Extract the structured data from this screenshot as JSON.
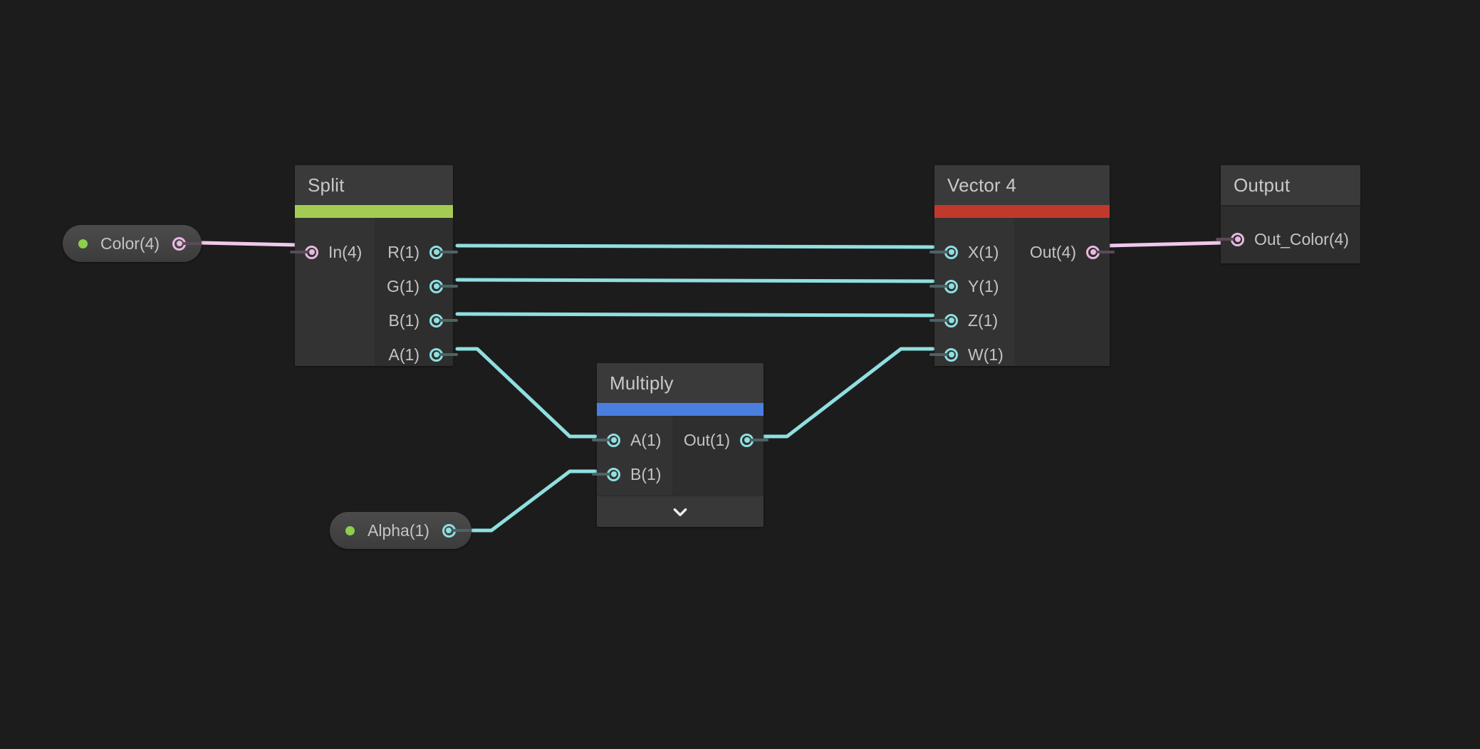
{
  "editor": {
    "name": "shader-node-graph-editor",
    "background_color": "#1c1c1c"
  },
  "colors": {
    "node_body": "#2e2e2e",
    "node_header": "#3a3a3a",
    "input_column": "#333333",
    "port_cyan": "#8fdfe0",
    "port_pink": "#e8b8e0",
    "wire_cyan": "#8fdfe0",
    "wire_pink": "#f0c8ec",
    "accent_split_green": "#a5cc52",
    "accent_multiply_blue": "#4a7fe0",
    "accent_vector4_red": "#c0392b",
    "property_dot_green": "#8ccf4e",
    "text_primary": "#c9c9c9",
    "text_port": "#c4c4c4"
  },
  "nodes": {
    "color_property": {
      "label": "Color(4)",
      "type": "property-pill",
      "dot_color": "#8ccf4e",
      "output_port": {
        "name": "Color(4)",
        "color": "pink"
      }
    },
    "alpha_property": {
      "label": "Alpha(1)",
      "type": "property-pill",
      "dot_color": "#8ccf4e",
      "output_port": {
        "name": "Alpha(1)",
        "color": "cyan"
      }
    },
    "split": {
      "title": "Split",
      "accent_color": "#a5cc52",
      "inputs": [
        {
          "label": "In(4)",
          "port_color": "pink"
        }
      ],
      "outputs": [
        {
          "label": "R(1)",
          "port_color": "cyan"
        },
        {
          "label": "G(1)",
          "port_color": "cyan"
        },
        {
          "label": "B(1)",
          "port_color": "cyan"
        },
        {
          "label": "A(1)",
          "port_color": "cyan"
        }
      ]
    },
    "multiply": {
      "title": "Multiply",
      "accent_color": "#4a7fe0",
      "inputs": [
        {
          "label": "A(1)",
          "port_color": "cyan"
        },
        {
          "label": "B(1)",
          "port_color": "cyan"
        }
      ],
      "outputs": [
        {
          "label": "Out(1)",
          "port_color": "cyan"
        }
      ],
      "expander_icon": "chevron-down-icon",
      "expanded": false
    },
    "vector4": {
      "title": "Vector 4",
      "accent_color": "#c0392b",
      "inputs": [
        {
          "label": "X(1)",
          "port_color": "cyan"
        },
        {
          "label": "Y(1)",
          "port_color": "cyan"
        },
        {
          "label": "Z(1)",
          "port_color": "cyan"
        },
        {
          "label": "W(1)",
          "port_color": "cyan"
        }
      ],
      "outputs": [
        {
          "label": "Out(4)",
          "port_color": "pink"
        }
      ]
    },
    "output": {
      "title": "Output",
      "accent_color": "none",
      "inputs": [
        {
          "label": "Out_Color(4)",
          "port_color": "pink"
        }
      ],
      "outputs": []
    }
  },
  "connections": [
    {
      "from": "color_property.Color(4)",
      "to": "split.In(4)",
      "color": "pink"
    },
    {
      "from": "split.R(1)",
      "to": "vector4.X(1)",
      "color": "cyan"
    },
    {
      "from": "split.G(1)",
      "to": "vector4.Y(1)",
      "color": "cyan"
    },
    {
      "from": "split.B(1)",
      "to": "vector4.Z(1)",
      "color": "cyan"
    },
    {
      "from": "split.A(1)",
      "to": "multiply.A(1)",
      "color": "cyan"
    },
    {
      "from": "alpha_property.Alpha(1)",
      "to": "multiply.B(1)",
      "color": "cyan"
    },
    {
      "from": "multiply.Out(1)",
      "to": "vector4.W(1)",
      "color": "cyan"
    },
    {
      "from": "vector4.Out(4)",
      "to": "output.Out_Color(4)",
      "color": "pink"
    }
  ]
}
